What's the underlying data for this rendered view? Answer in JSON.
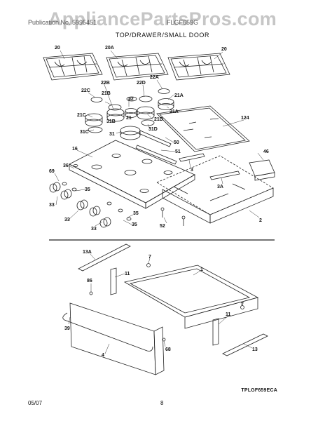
{
  "header": {
    "watermark": "AppliancePartsPros.com",
    "left_text": "Publication No. 5995451",
    "right_text": "FLGF659G",
    "section_title": "TOP/DRAWER/SMALL DOOR"
  },
  "callouts": {
    "c20a": "20",
    "c20b": "20A",
    "c20c": "20",
    "c22a": "22A",
    "c22b": "22B",
    "c22c": "22C",
    "c22": "22",
    "c22d": "22D",
    "c21a": "21A",
    "c21b": "21B",
    "c21": "21",
    "c21c": "21C",
    "c21d": "21D",
    "c31a": "31A",
    "c31b": "31B",
    "c31c": "31C",
    "c31": "31",
    "c31d": "31D",
    "c124": "124",
    "c50": "50",
    "c51": "51",
    "c46": "46",
    "c16": "16",
    "c69": "69",
    "c36": "36",
    "c3": "3",
    "c3a": "3A",
    "c33a": "33",
    "c35a": "35",
    "c33b": "33",
    "c35b": "35",
    "c33c": "33",
    "c35c": "35",
    "c52": "52",
    "c2": "2",
    "c13a": "13A",
    "c11a": "11",
    "c1": "1",
    "c7a": "7",
    "c86": "86",
    "c7b": "7",
    "c39": "39",
    "c11b": "11",
    "c4": "4",
    "c68": "68",
    "c13": "13"
  },
  "footer": {
    "diagram_code": "TPLGF659ECA",
    "date": "05/07",
    "page_number": "8"
  }
}
